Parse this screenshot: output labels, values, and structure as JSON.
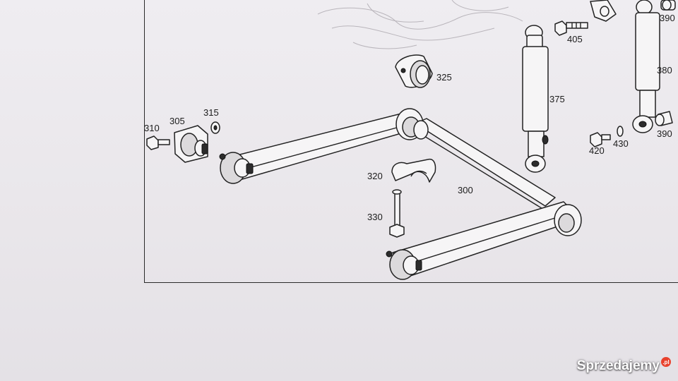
{
  "diagram": {
    "part_labels": {
      "p300": "300",
      "p305": "305",
      "p310": "310",
      "p315": "315",
      "p320": "320",
      "p325": "325",
      "p330": "330",
      "p375": "375",
      "p380": "380",
      "p390a": "390",
      "p390b": "390",
      "p405": "405",
      "p420": "420",
      "p430": "430"
    }
  },
  "watermark": {
    "text": "Sprzedajemy",
    "badge": ".pl"
  },
  "colors": {
    "background": "#ebe8ec",
    "line": "#222222",
    "watermark_badge": "#e8412c"
  }
}
